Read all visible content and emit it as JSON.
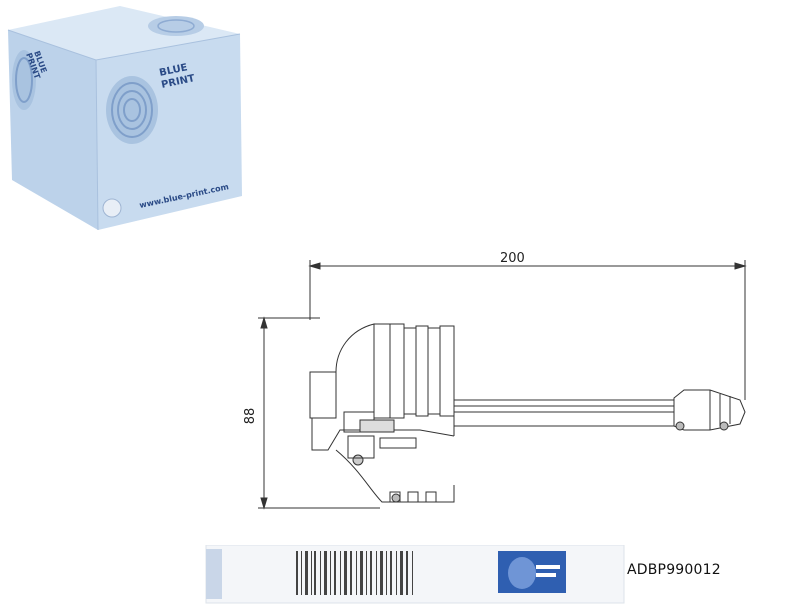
{
  "box": {
    "brand_line1": "BLUE",
    "brand_line2": "PRINT",
    "website": "www.blue-print.com",
    "side_brand_line1": "BLUE",
    "side_brand_line2": "PRINT"
  },
  "drawing": {
    "dim_length": "200",
    "dim_height": "88"
  },
  "label": {
    "part_number": "ADBP990012"
  },
  "colors": {
    "box_front": "#c6d9ee",
    "box_top": "#d9e6f4",
    "box_side": "#b9cfe8",
    "brand_blue": "#2a4a86",
    "line": "#333333"
  }
}
